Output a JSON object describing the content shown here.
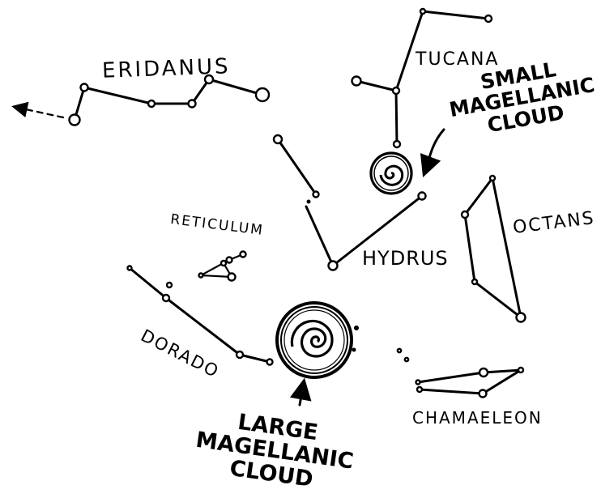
{
  "constellations": {
    "eridanus": "ERIDANUS",
    "tucana": "TUCANA",
    "reticulum": "RETICULUM",
    "hydrus": "HYDRUS",
    "octans": "OCTANS",
    "dorado": "DORADO",
    "chamaeleon": "CHAMAELEON"
  },
  "clouds": {
    "small": {
      "line1": "SMALL",
      "line2": "MAGELLANIC",
      "line3": "CLOUD"
    },
    "large": {
      "line1": "LARGE",
      "line2": "MAGELLANIC",
      "line3": "CLOUD"
    }
  }
}
